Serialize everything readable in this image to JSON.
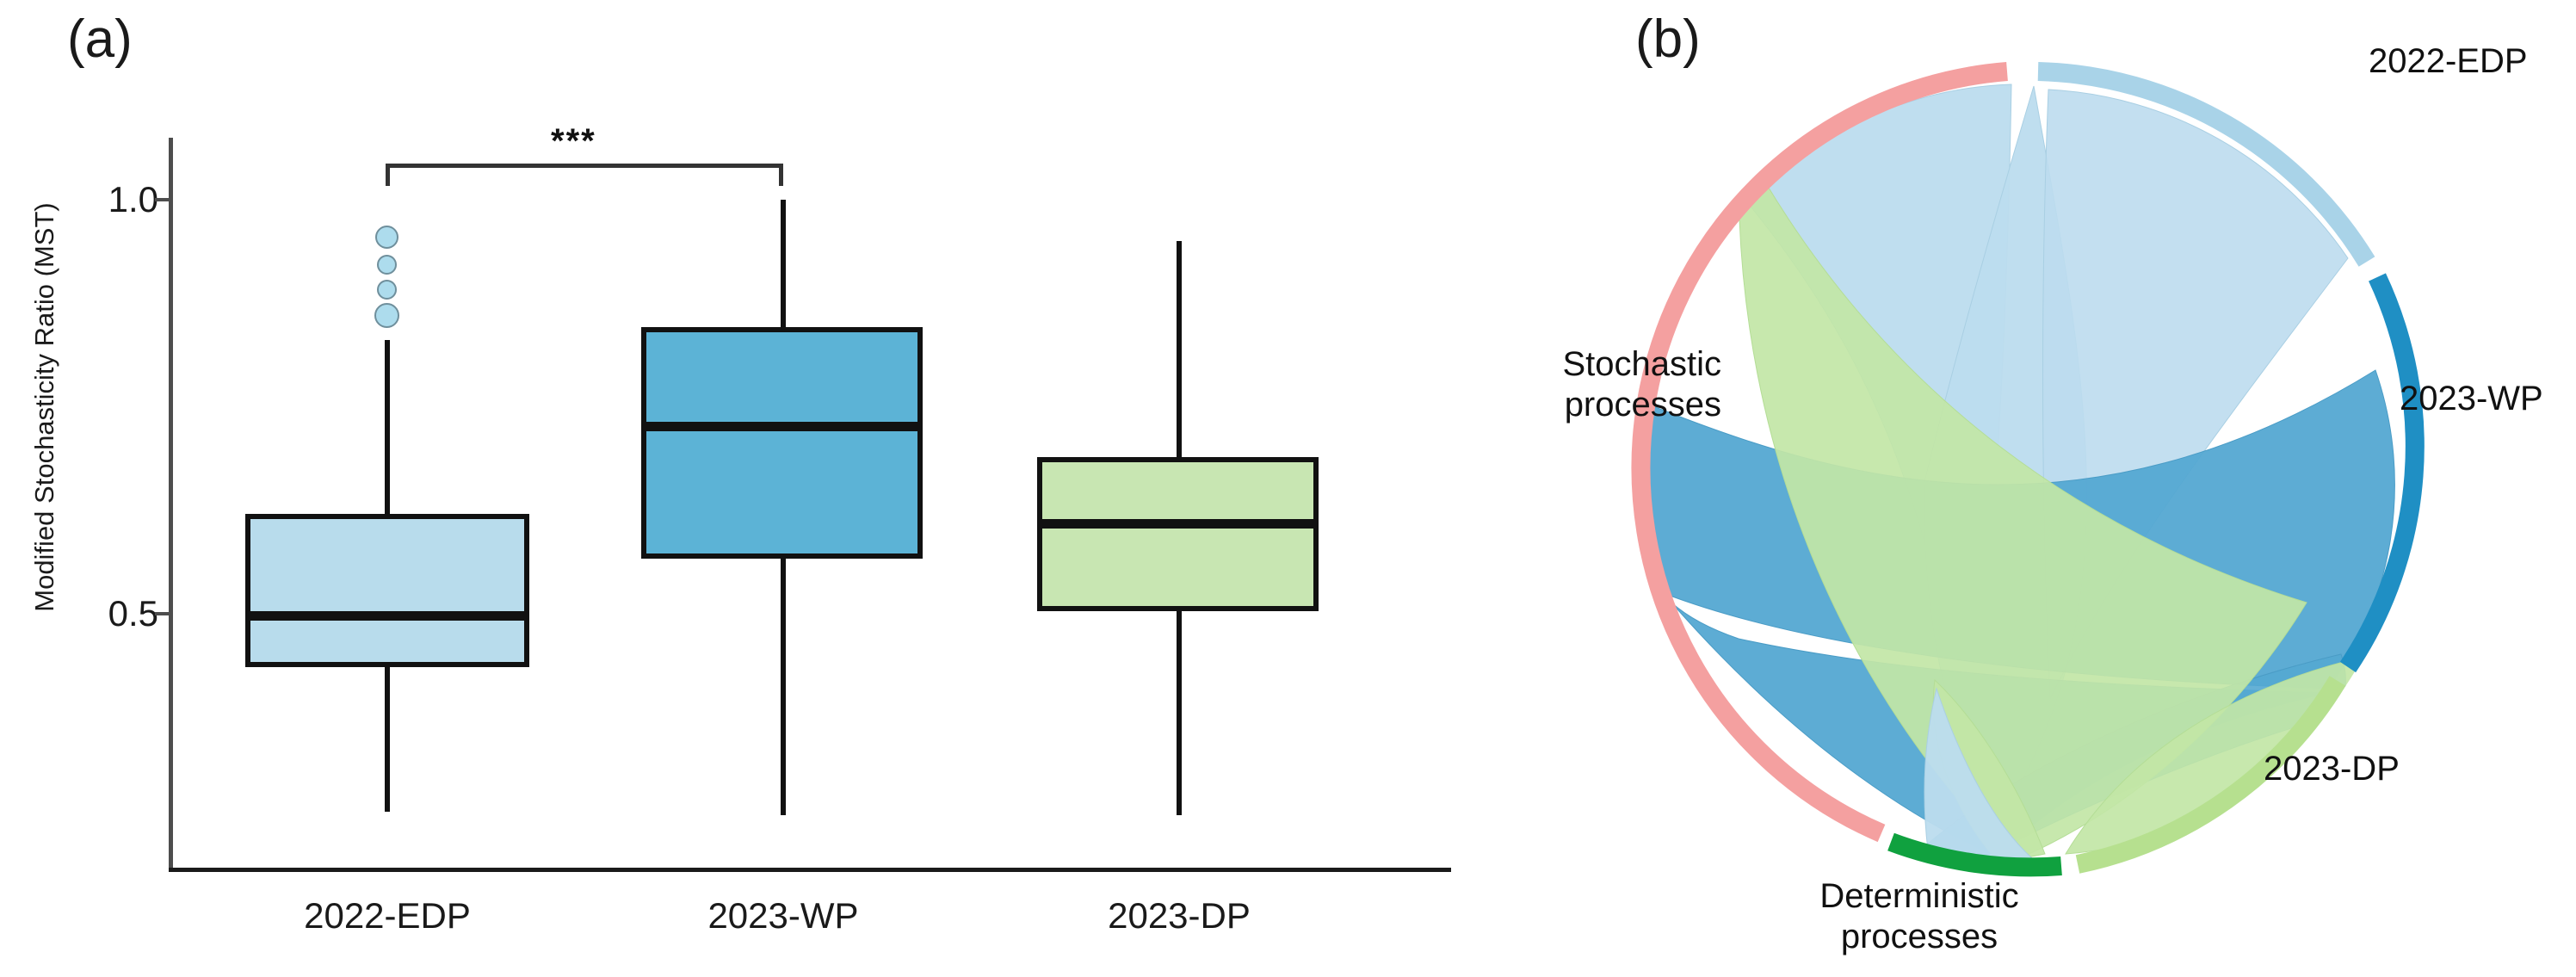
{
  "figure": {
    "panel_a_tag": "(a)",
    "panel_b_tag": "(b)"
  },
  "chart_data": [
    {
      "type": "boxplot",
      "panel": "(a)",
      "title": "",
      "xlabel": "",
      "ylabel": "Modified Stochasticity Ratio (MST)",
      "ylim": [
        0.22,
        1.05
      ],
      "yticks": [
        0.5,
        1.0
      ],
      "ytick_labels": [
        "0.5",
        "1.0"
      ],
      "grid": false,
      "categories": [
        "2022-EDP",
        "2023-WP",
        "2023-DP"
      ],
      "box_colors": [
        "#b8dcec",
        "#5cb3d6",
        "#c8e6b2"
      ],
      "boxes": [
        {
          "category": "2022-EDP",
          "color": "#b8dcec",
          "whisker_low": 0.255,
          "q1": 0.415,
          "median": 0.485,
          "q3": 0.6,
          "whisker_high": 0.83,
          "outliers": [
            0.955,
            0.925,
            0.895,
            0.855
          ]
        },
        {
          "category": "2023-WP",
          "color": "#5cb3d6",
          "whisker_low": 0.25,
          "q1": 0.585,
          "median": 0.715,
          "q3": 0.865,
          "whisker_high": 1.0,
          "outliers": []
        },
        {
          "category": "2023-DP",
          "color": "#c8e6b2",
          "whisker_low": 0.25,
          "q1": 0.51,
          "median": 0.62,
          "q3": 0.695,
          "whisker_high": 0.95,
          "outliers": []
        }
      ],
      "annotations": [
        {
          "type": "significance-bracket",
          "from": "2022-EDP",
          "to": "2023-WP",
          "label": "***"
        }
      ]
    },
    {
      "type": "chord",
      "panel": "(b)",
      "title": "",
      "sectors": [
        {
          "name": "Stochastic processes",
          "label": "Stochastic\nprocesses",
          "color": "#f4a0a0"
        },
        {
          "name": "2022-EDP",
          "label": "2022-EDP",
          "color": "#a9d3e8"
        },
        {
          "name": "2023-WP",
          "label": "2023-WP",
          "color": "#1f8fc4"
        },
        {
          "name": "2023-DP",
          "label": "2023-DP",
          "color": "#b6e08f"
        },
        {
          "name": "Deterministic processes",
          "label": "Deterministic\nprocesses",
          "color": "#10a13f"
        }
      ],
      "links": [
        {
          "source": "Stochastic processes",
          "target": "2022-EDP",
          "color": "#bcdcee",
          "value": 0.78
        },
        {
          "source": "Stochastic processes",
          "target": "2023-WP",
          "color": "#54a8d2",
          "value": 0.97
        },
        {
          "source": "Stochastic processes",
          "target": "2023-DP",
          "color": "#c2e6a6",
          "value": 0.86
        },
        {
          "source": "Deterministic processes",
          "target": "2022-EDP",
          "color": "#bcdcee",
          "value": 0.22
        },
        {
          "source": "Deterministic processes",
          "target": "2023-WP",
          "color": "#54a8d2",
          "value": 0.03
        },
        {
          "source": "Deterministic processes",
          "target": "2023-DP",
          "color": "#c2e6a6",
          "value": 0.14
        }
      ]
    }
  ],
  "panel_a": {
    "ylabel": "Modified Stochasticity Ratio (MST)",
    "ytick_labels": [
      "1.0",
      "0.5"
    ],
    "xtick_labels": [
      "2022-EDP",
      "2023-WP",
      "2023-DP"
    ],
    "significance_label": "***"
  },
  "panel_b": {
    "labels": {
      "stochastic_line1": "Stochastic",
      "stochastic_line2": "processes",
      "deterministic_line1": "Deterministic",
      "deterministic_line2": "processes",
      "edp_2022": "2022-EDP",
      "wp_2023": "2023-WP",
      "dp_2023": "2023-DP"
    }
  }
}
